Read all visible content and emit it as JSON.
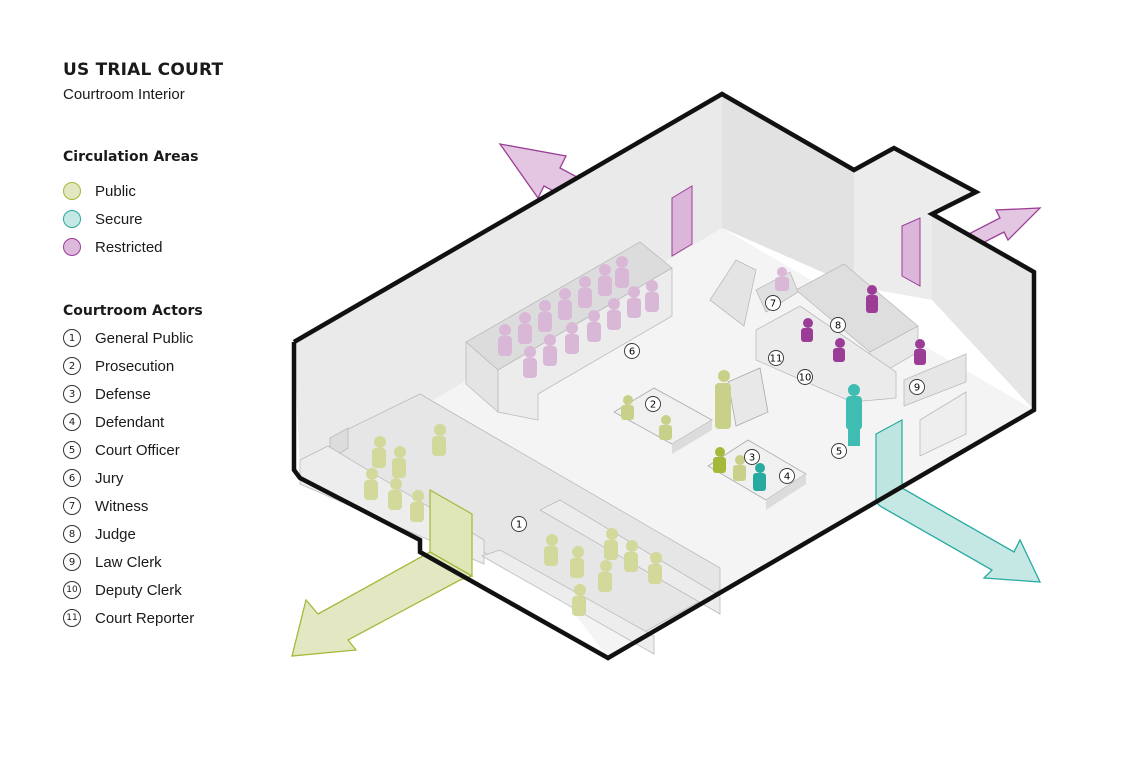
{
  "title": "US TRIAL COURT",
  "subtitle": "Courtroom Interior",
  "circulation": {
    "heading": "Circulation Areas",
    "items": [
      {
        "label": "Public",
        "color": "#a6b83a",
        "fill": "#e3e8c2"
      },
      {
        "label": "Secure",
        "color": "#27aaa0",
        "fill": "#c6e8e4"
      },
      {
        "label": "Restricted",
        "color": "#9b3d96",
        "fill": "#ddb9db"
      }
    ]
  },
  "actors": {
    "heading": "Courtroom Actors",
    "items": [
      {
        "n": "1",
        "label": "General Public"
      },
      {
        "n": "2",
        "label": "Prosecution"
      },
      {
        "n": "3",
        "label": "Defense"
      },
      {
        "n": "4",
        "label": "Defendant"
      },
      {
        "n": "5",
        "label": "Court Officer"
      },
      {
        "n": "6",
        "label": "Jury"
      },
      {
        "n": "7",
        "label": "Witness"
      },
      {
        "n": "8",
        "label": "Judge"
      },
      {
        "n": "9",
        "label": "Law Clerk"
      },
      {
        "n": "10",
        "label": "Deputy Clerk"
      },
      {
        "n": "11",
        "label": "Court Reporter"
      }
    ]
  },
  "markers": [
    "1",
    "2",
    "3",
    "4",
    "5",
    "6",
    "7",
    "8",
    "9",
    "10",
    "11"
  ]
}
